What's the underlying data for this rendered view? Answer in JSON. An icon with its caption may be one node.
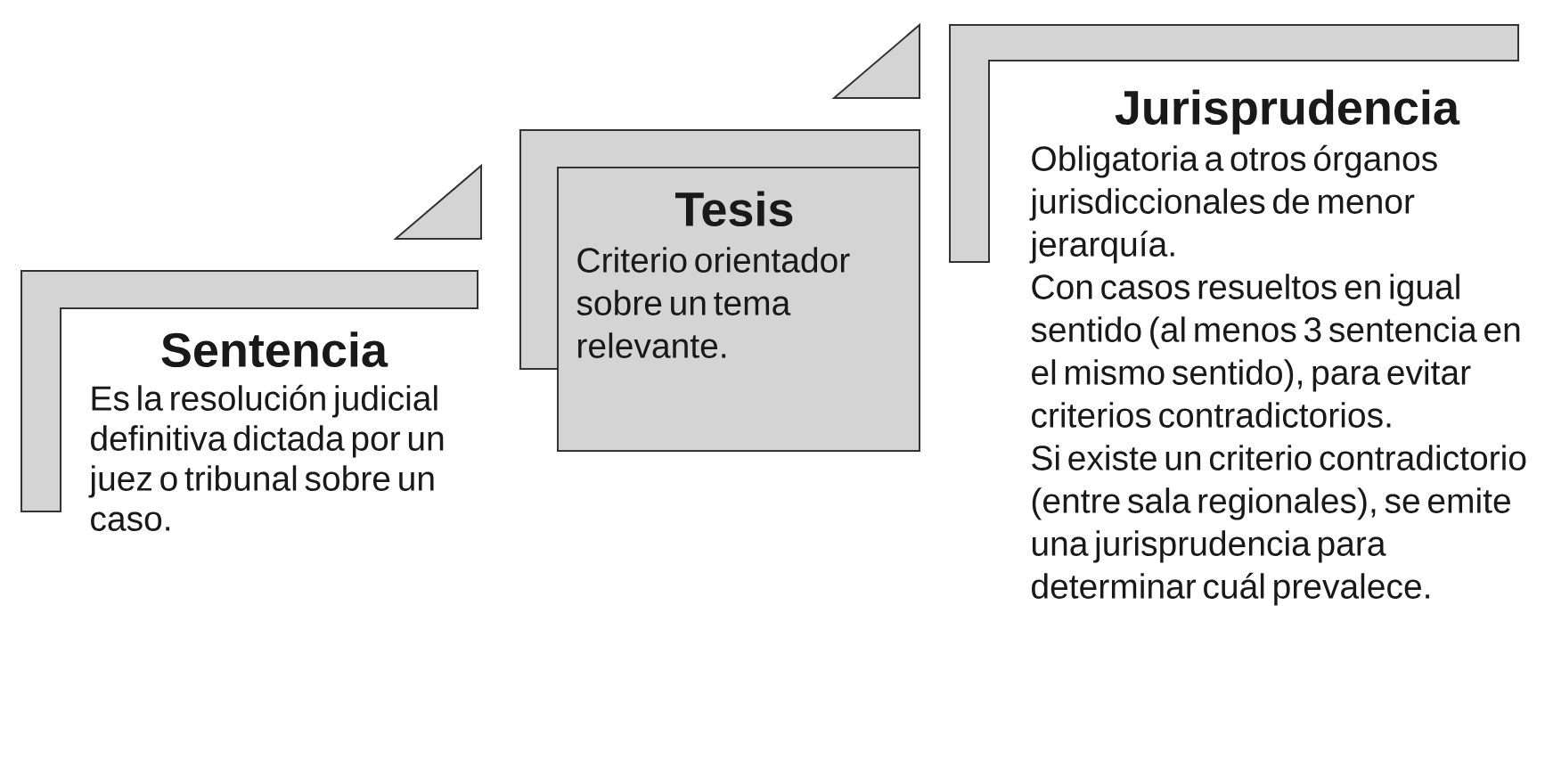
{
  "diagram": {
    "nodes": [
      {
        "text": [
          "Sentencia",
          "Es la resolución judicial definitiva dictada por un juez o tribunal sobre un caso."
        ]
      },
      {
        "text": [
          "Tesis",
          "Criterio orientador sobre un tema relevante."
        ]
      },
      {
        "text": [
          "Jurisprudencia",
          "Obligatoria a otros órganos jurisdiccionales de menor jerarquía.",
          "Con casos resueltos en igual sentido (al menos 3 sentencia en el mismo sentido), para evitar criterios contradictorios.",
          "Si existe un criterio contradictorio (entre sala regionales), se emite una jurisprudencia para determinar cuál prevalece."
        ]
      }
    ]
  }
}
